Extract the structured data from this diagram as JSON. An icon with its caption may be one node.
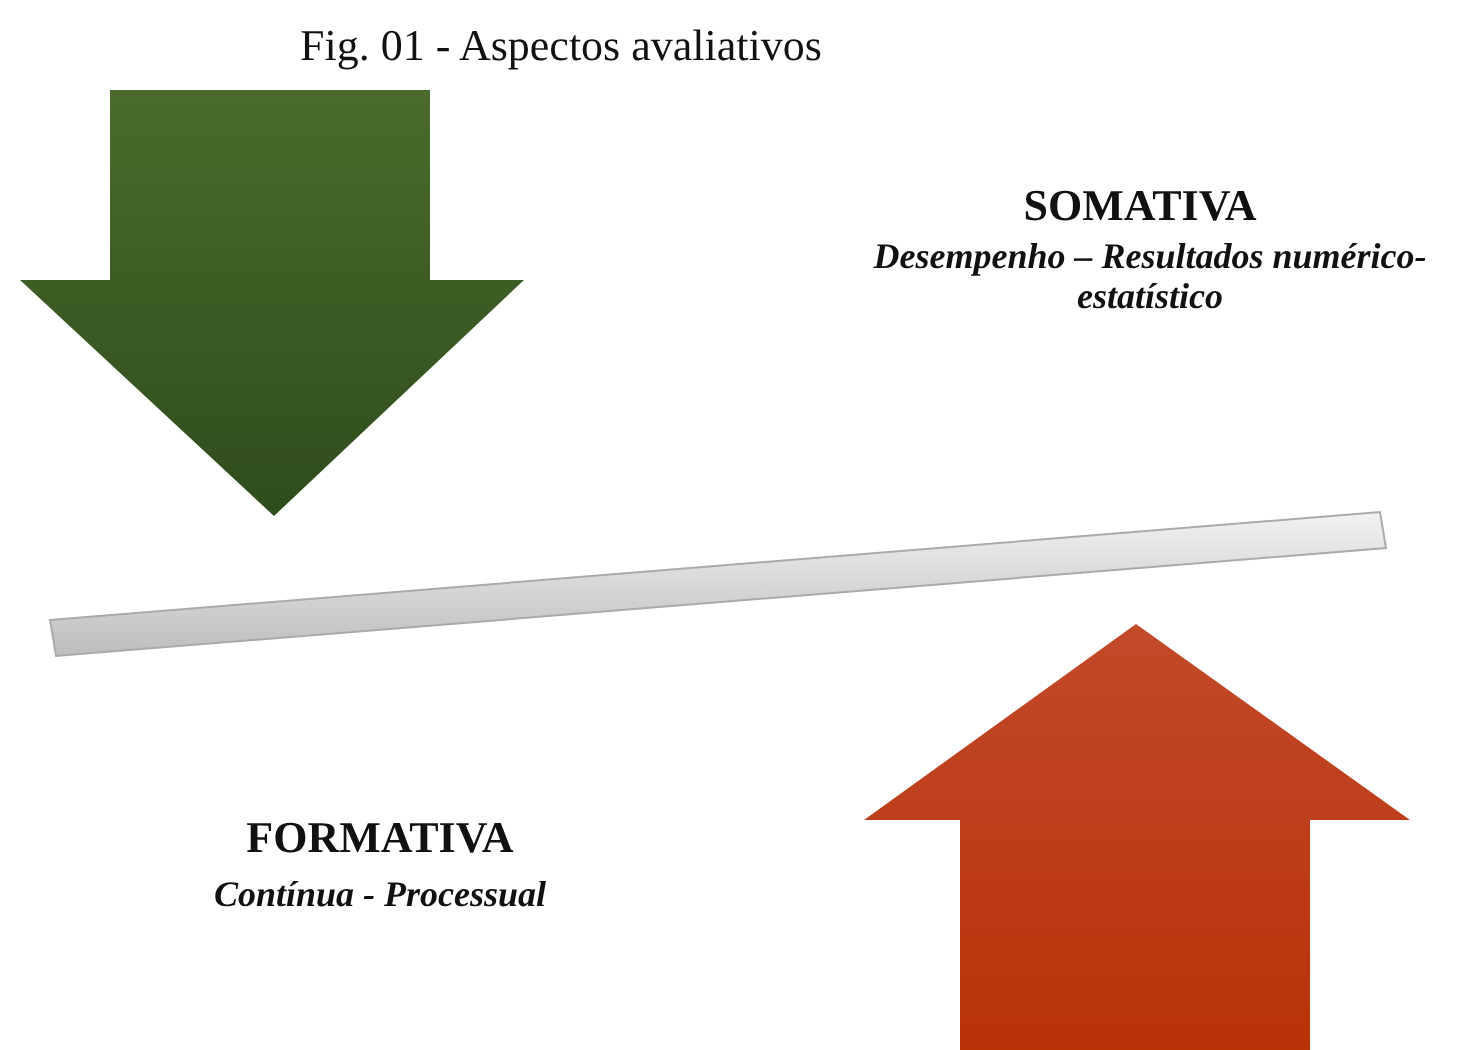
{
  "diagram": {
    "title": "Fig. 01 - Aspectos avaliativos",
    "labels": [
      "SOMATIVA",
      "Desempenho – Resultados numérico-estatístico",
      "FORMATIVA",
      "Contínua - Processual"
    ]
  }
}
